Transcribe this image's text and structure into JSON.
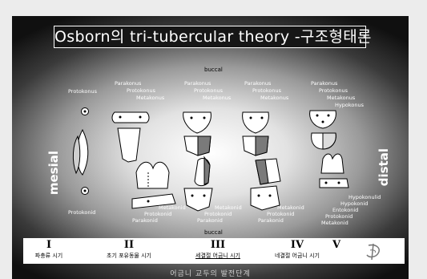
{
  "title": "Osborn의 tri-tubercular theory -구조형태론",
  "side_labels": {
    "mesial": "mesial",
    "distal": "distal"
  },
  "buccal_top": "buccal",
  "buccal_bottom": "buccal",
  "upper_cusp_labels": {
    "col1": [
      "Protokonus"
    ],
    "col2": [
      "Parakonus",
      "Protokonus",
      "Metakonus"
    ],
    "col3": [
      "Parakonus",
      "Protokonus",
      "Metakonus"
    ],
    "col4": [
      "Parakonus",
      "Protokonus",
      "Metakonus"
    ],
    "col5": [
      "Parakonus",
      "Protokonus",
      "Metakonus",
      "Hypokonus"
    ]
  },
  "lower_cusp_labels": {
    "col1": [
      "Protokonid"
    ],
    "col2": [
      "Metakonid",
      "Protokonid",
      "Parakonid"
    ],
    "col3": [
      "Metakonid",
      "Protokonid",
      "Parakonid"
    ],
    "col4": [
      "Metakonid",
      "Protokonid",
      "Parakonid"
    ],
    "col5": [
      "Hypokonulid",
      "Hypokonid",
      "Entokonid",
      "Protokonid",
      "Metakonid"
    ]
  },
  "stages": [
    {
      "numeral": "I",
      "name": "파충류 시기"
    },
    {
      "numeral": "II",
      "name": "초기 포유동물 시기"
    },
    {
      "numeral": "III",
      "name": "세결절 어금니 시기"
    },
    {
      "numeral": "IV",
      "name": "네결절 어금니 시기"
    },
    {
      "numeral": "V",
      "name": ""
    }
  ],
  "footer": "어금니 교두의 발전단계",
  "colors": {
    "title_bg": "#161616",
    "tooth_fill": "#ffffff",
    "tooth_shade": "#7a7a7a",
    "outline": "#000000"
  }
}
